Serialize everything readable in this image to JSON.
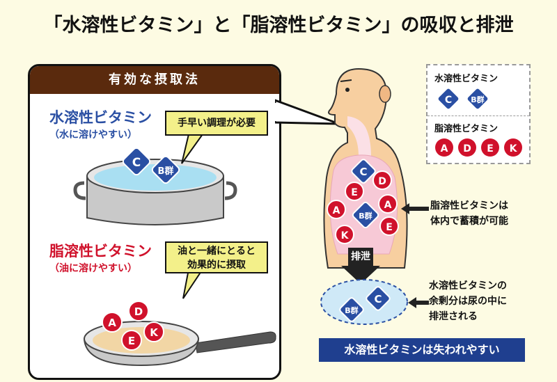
{
  "title": "「水溶性ビタミン」と「脂溶性ビタミン」の吸収と排泄",
  "panel": {
    "heading": "有効な摂取法",
    "water": {
      "title": "水溶性ビタミン",
      "subtitle": "（水に溶けやすい）",
      "bubble": "手早い調理が必要",
      "vitamins": [
        "C",
        "B群"
      ]
    },
    "fat": {
      "title": "脂溶性ビタミン",
      "subtitle": "（油に溶けやすい）",
      "bubble_line1": "油と一緒にとると",
      "bubble_line2": "効果的に摂取",
      "vitamins": [
        "A",
        "D",
        "E",
        "K"
      ]
    }
  },
  "legend": {
    "water_title": "水溶性ビタミン",
    "water_items": [
      "C",
      "B群"
    ],
    "fat_title": "脂溶性ビタミン",
    "fat_items": [
      "A",
      "D",
      "E",
      "K"
    ]
  },
  "body": {
    "excretion_label": "排泄",
    "stored_note_line1": "脂溶性ビタミンは",
    "stored_note_line2": "体内で蓄積が可能",
    "excess_note_line1": "水溶性ビタミンの",
    "excess_note_line2": "余剰分は尿の中に",
    "excess_note_line3": "排泄される"
  },
  "banner": "水溶性ビタミンは失われやすい",
  "colors": {
    "water_blue": "#2a4fa3",
    "fat_red": "#d0112b",
    "panel_brown": "#5a2a0d",
    "bubble_yellow": "#f3f08a",
    "skin": "#f7cfa0",
    "background": "#fdfbe3"
  }
}
